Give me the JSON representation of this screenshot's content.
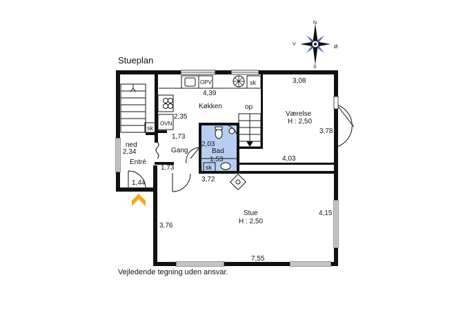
{
  "title": "Stueplan",
  "disclaimer": "Vejledende tegning uden ansvar.",
  "compass": {
    "n": "N",
    "s": "S",
    "v": "V",
    "o": "Ø"
  },
  "rooms": {
    "kokken": {
      "name": "Køkken",
      "length": "4,39",
      "width": "2,35"
    },
    "vaerelse": {
      "name": "Værelse",
      "height": "H : 2,50",
      "length": "3,08",
      "width": "3,78",
      "depth": "4,03"
    },
    "bad": {
      "name": "Bad",
      "length": "2,03",
      "width": "1,53",
      "bottom": "3,72"
    },
    "gang": {
      "name": "Gang",
      "dim1": "1,73",
      "dim2": "1,73"
    },
    "entre": {
      "name": "Entré",
      "dim": "2,34",
      "door": "1,44"
    },
    "stue": {
      "name": "Stue",
      "height": "H : 2,50",
      "width": "7,55",
      "left": "3,76",
      "right": "4,15"
    }
  },
  "labels": {
    "opv": "OPV",
    "ovn": "OVN",
    "sk": "sk",
    "op": "op",
    "ned": "ned"
  }
}
